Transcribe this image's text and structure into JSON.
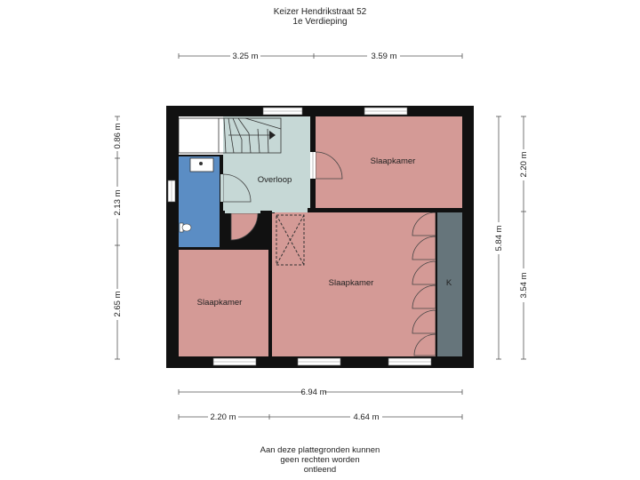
{
  "header": {
    "address": "Keizer Hendrikstraat 52",
    "floor": "1e Verdieping"
  },
  "rooms": {
    "bedroom_top_right": "Slaapkamer",
    "bedroom_main": "Slaapkamer",
    "bedroom_left": "Slaapkamer",
    "landing": "Overloop",
    "closet": "K"
  },
  "dimensions": {
    "top_left": "3.25 m",
    "top_right": "3.59 m",
    "bottom_total": "6.94 m",
    "bottom_left": "2.20 m",
    "bottom_right": "4.64 m",
    "left_top": "0.86 m",
    "left_mid": "2.13 m",
    "left_bottom": "2.65 m",
    "right_total": "5.84 m",
    "right_top": "2.20 m",
    "right_bottom": "3.54 m"
  },
  "footer": {
    "line1": "Aan deze plattegronden kunnen",
    "line2": "geen rechten worden",
    "line3": "ontleend"
  },
  "colors": {
    "bedroom": "#d49a96",
    "landing": "#c6d8d6",
    "bathroom": "#5b8dc4",
    "closet": "#66757b",
    "wall": "#111111"
  }
}
